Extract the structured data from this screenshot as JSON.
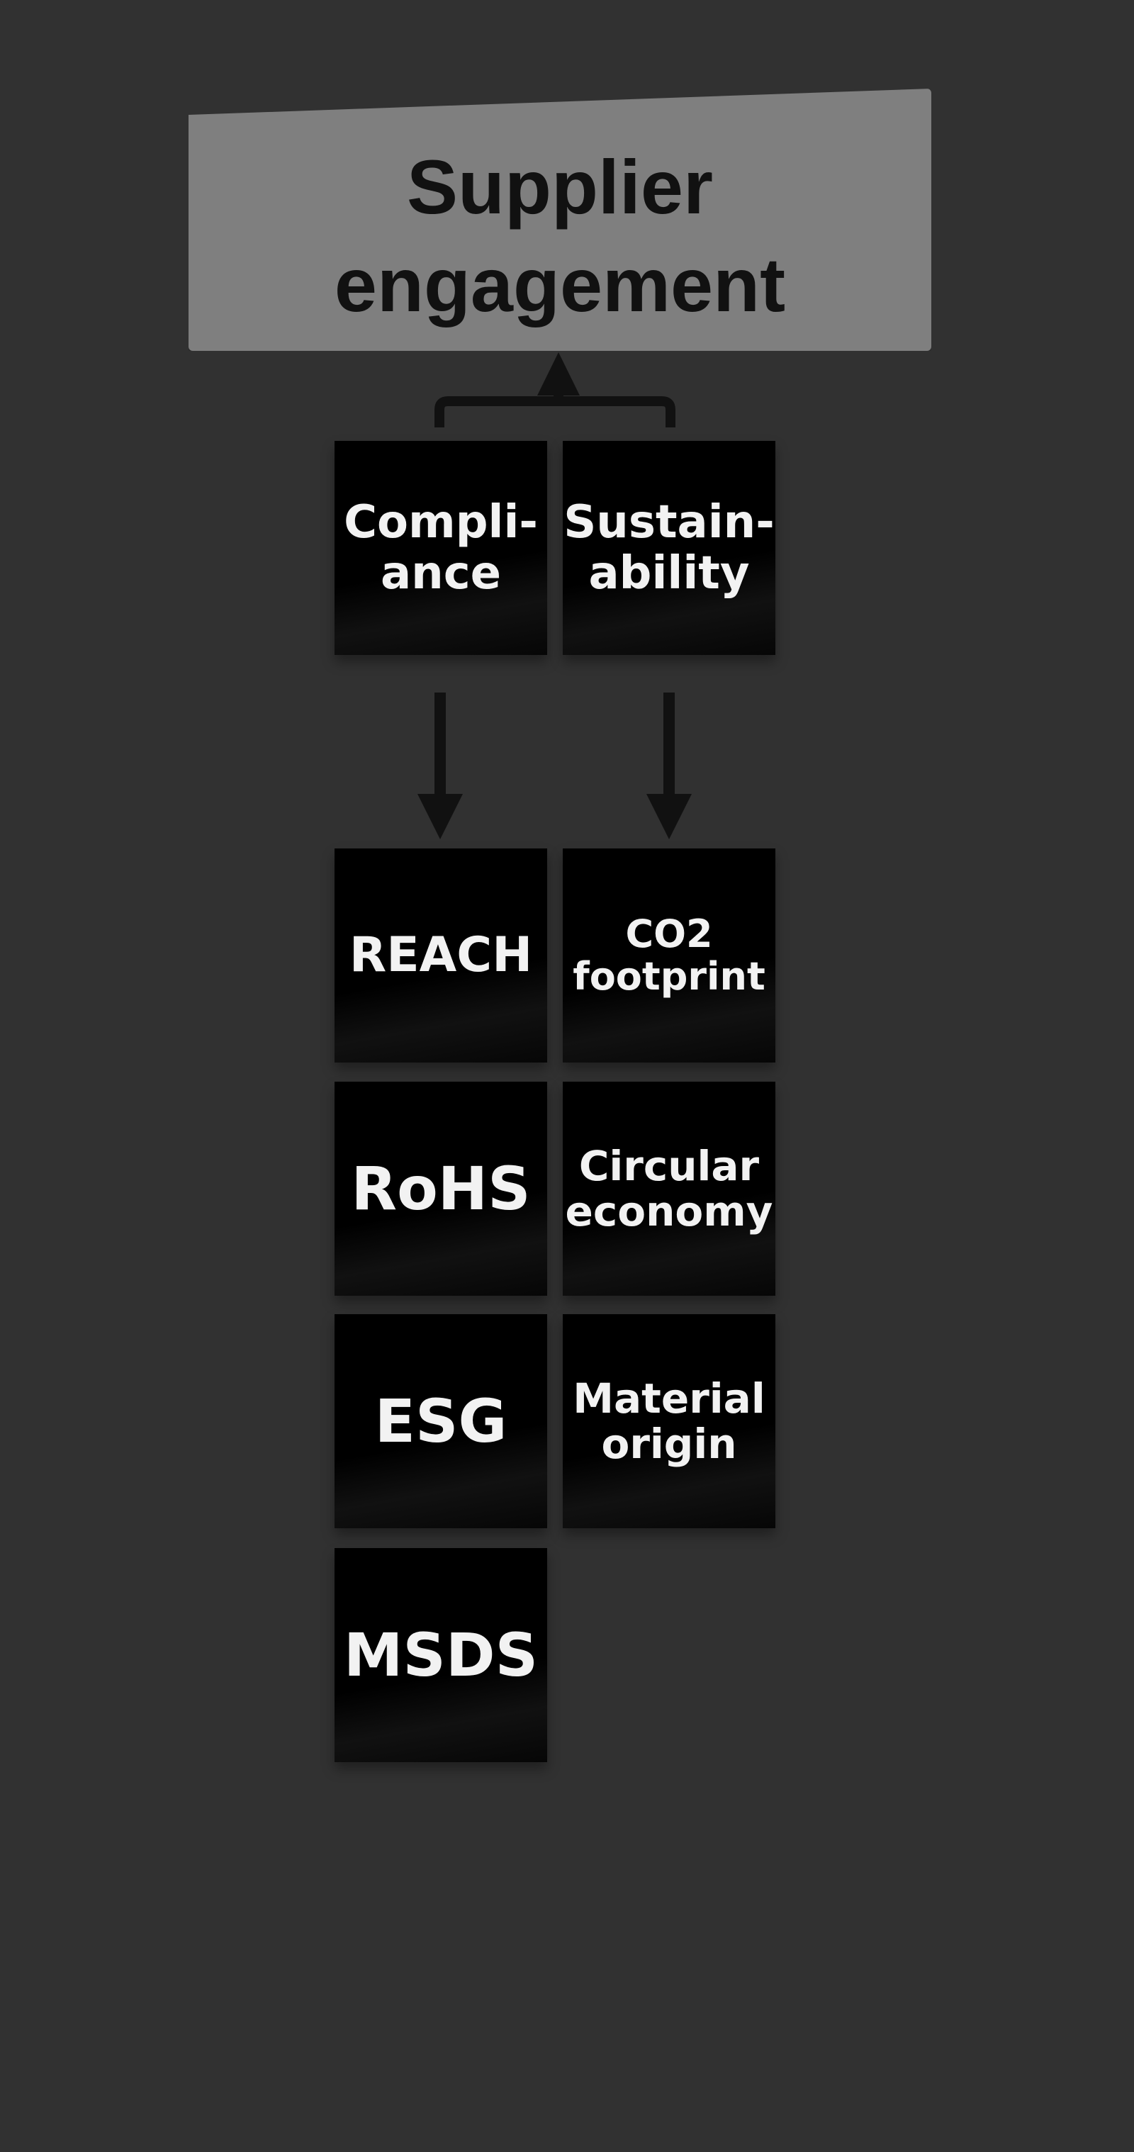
{
  "header": {
    "title": "Supplier\nengagement"
  },
  "categories": [
    {
      "label": "Compli-\nance"
    },
    {
      "label": "Sustain-\nability"
    }
  ],
  "compliance_items": [
    {
      "label": "REACH"
    },
    {
      "label": "RoHS"
    },
    {
      "label": "ESG"
    },
    {
      "label": "MSDS"
    }
  ],
  "sustainability_items": [
    {
      "label": "CO2\nfootprint"
    },
    {
      "label": "Circular\neconomy"
    },
    {
      "label": "Material\norigin"
    }
  ],
  "colors": {
    "background": "#313131",
    "header_card": "#7f7f7f",
    "note": "#000000",
    "note_text": "#f2f2f2",
    "header_text": "#111111",
    "connector": "#111111"
  }
}
